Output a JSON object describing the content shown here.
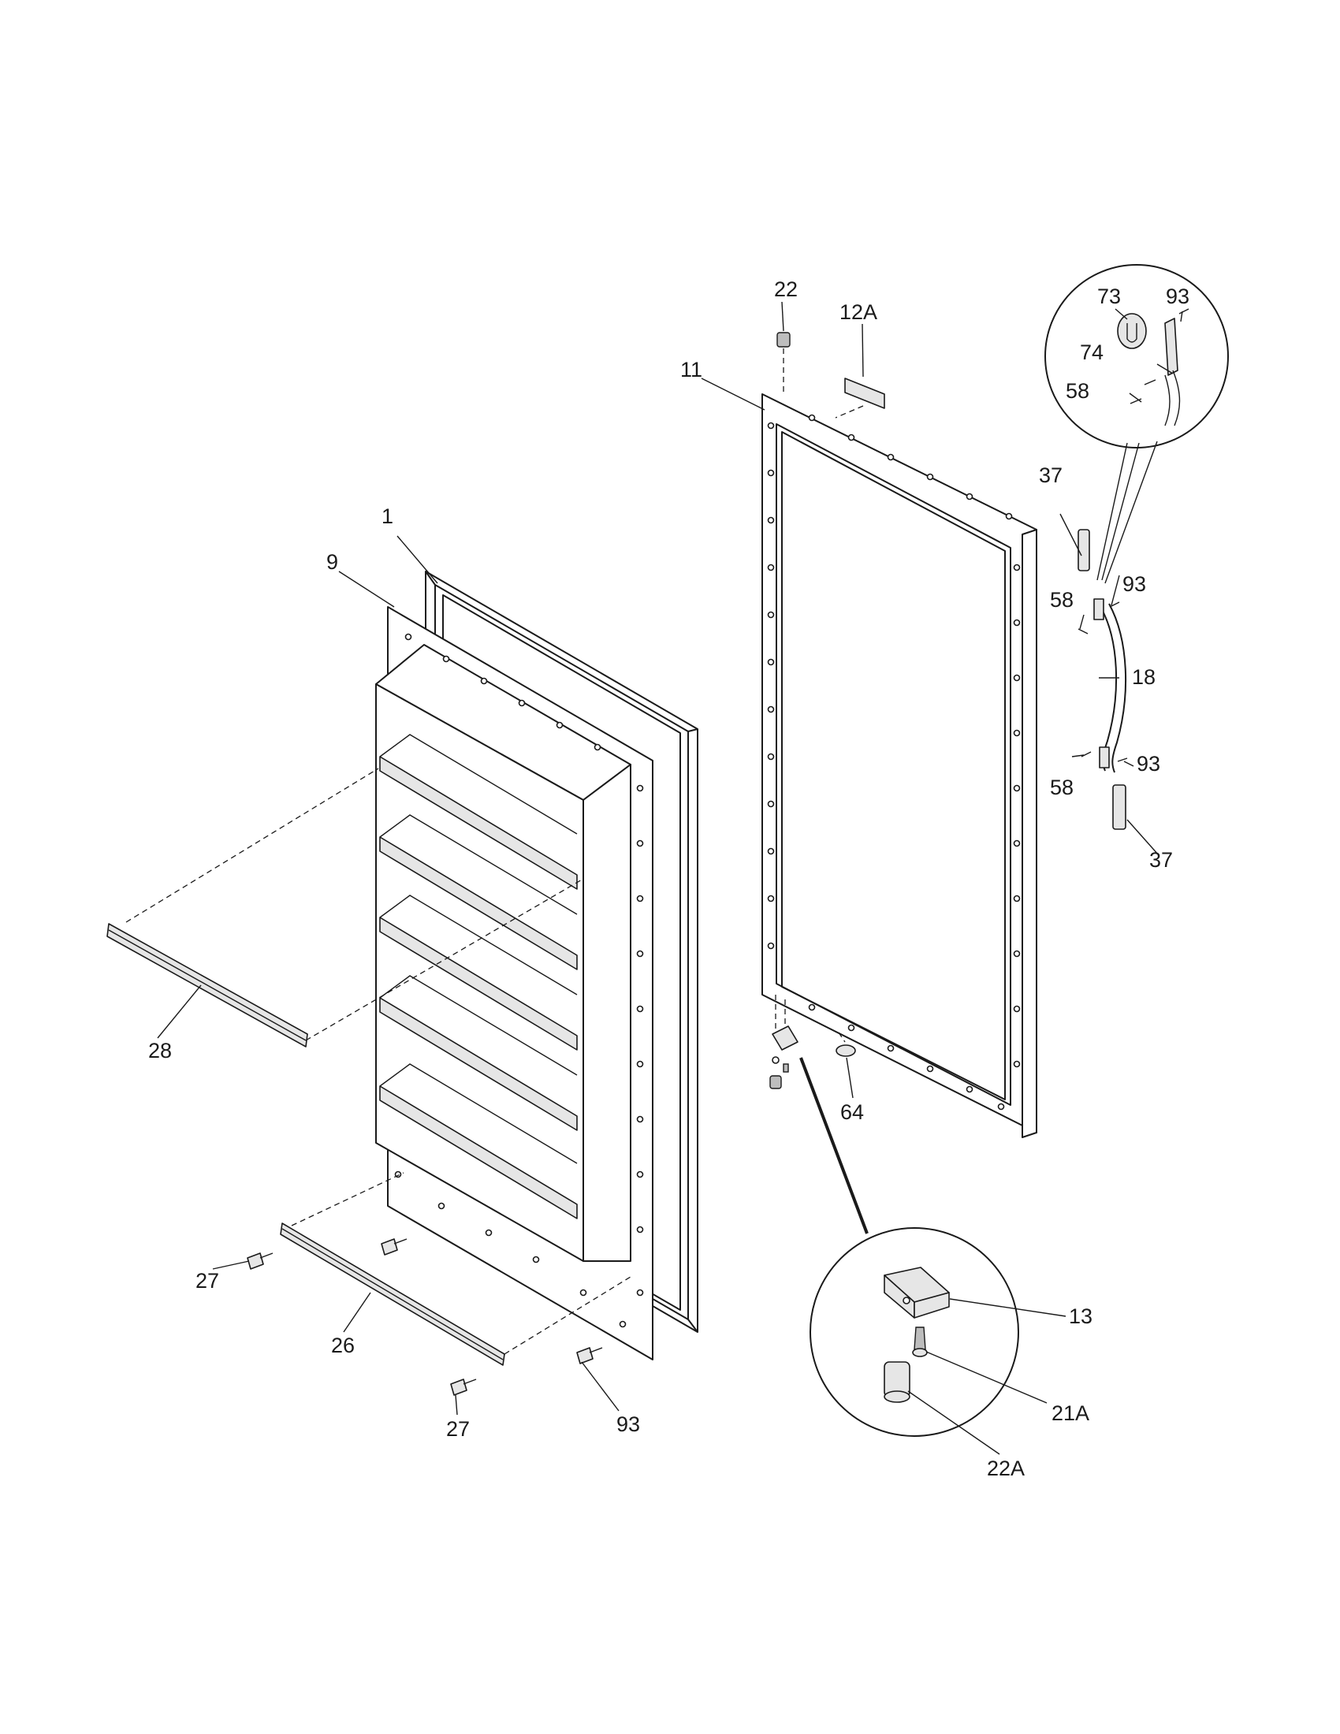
{
  "diagram": {
    "callouts": {
      "p1": "1",
      "p9": "9",
      "p11": "11",
      "p12a": "12A",
      "p13": "13",
      "p18": "18",
      "p21a": "21A",
      "p22": "22",
      "p22a": "22A",
      "p26": "26",
      "p27_left": "27",
      "p27_bottom": "27",
      "p28": "28",
      "p37_top": "37",
      "p37_bottom": "37",
      "p58_detail": "58",
      "p58_upper": "58",
      "p58_lower": "58",
      "p64": "64",
      "p73": "73",
      "p74": "74",
      "p93_detail": "93",
      "p93_upper": "93",
      "p93_lower": "93",
      "p93_liner": "93"
    }
  }
}
